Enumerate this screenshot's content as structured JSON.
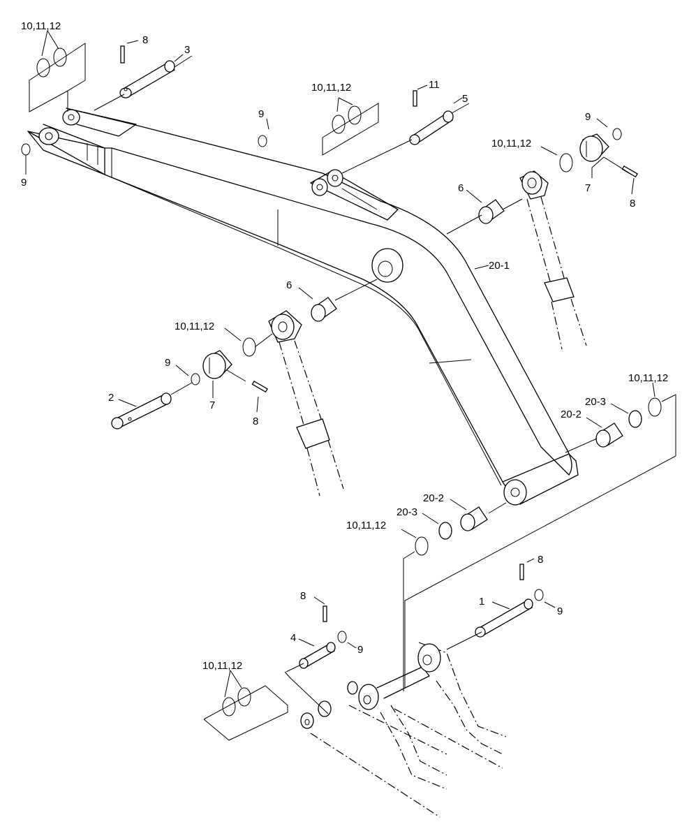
{
  "labels": {
    "pin_1": "1",
    "pin_2": "2",
    "pin_3": "3",
    "pin_4": "4",
    "pin_5": "5",
    "bushing_6_upper": "6",
    "bushing_6_lower": "6",
    "collar_7_right": "7",
    "collar_7_left": "7",
    "bolt_8_top": "8",
    "bolt_8_left": "8",
    "bolt_8_right": "8",
    "bolt_8_bottom_right": "8",
    "bolt_8_bottom_center": "8",
    "ring_9_left": "9",
    "ring_9_top": "9",
    "ring_9_right": "9",
    "ring_9_mid": "9",
    "ring_9_bottom_right": "9",
    "ring_9_bottom_center": "9",
    "bolt_11": "11",
    "shim_group_top_left": "10,11,12",
    "shim_group_top_center": "10,11,12",
    "shim_group_right": "10,11,12",
    "shim_group_mid_left": "10,11,12",
    "shim_group_right_lower": "10,11,12",
    "shim_group_center_lower": "10,11,12",
    "shim_group_bottom_left": "10,11,12",
    "arm_20_1": "20-1",
    "bushing_20_2_right": "20-2",
    "bushing_20_2_left": "20-2",
    "seal_20_3_right": "20-3",
    "seal_20_3_left": "20-3"
  }
}
